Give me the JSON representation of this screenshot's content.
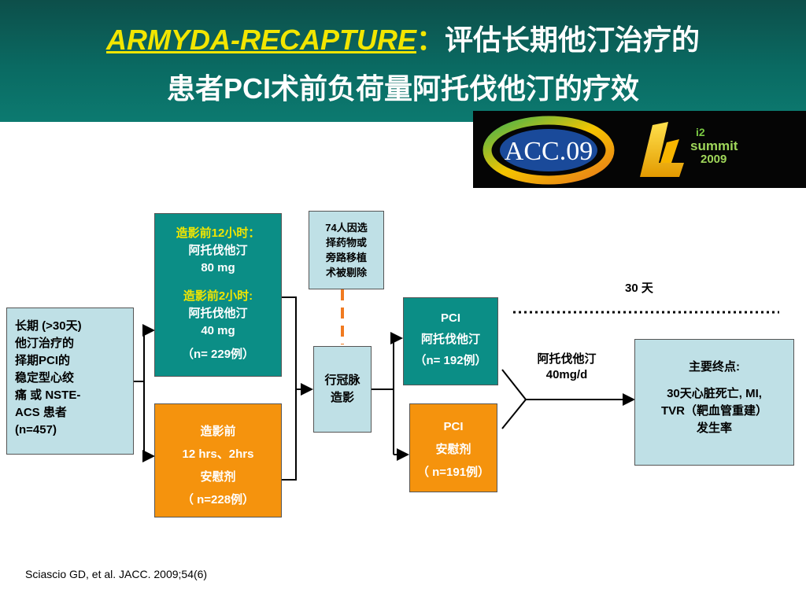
{
  "header": {
    "title_en": "ARMYDA-RECAPTURE",
    "title_sep": "：",
    "title_cn1": "评估长期他汀治疗的",
    "title_cn2": "患者PCI术前负荷量阿托伐他汀的疗效"
  },
  "logos": {
    "acc_text": "ACC.09",
    "i2_text": "i2",
    "summit_text": "summit",
    "year_text": "2009"
  },
  "patients": {
    "lines": [
      "长期 (>30天)",
      "他汀治疗的",
      "择期PCI的",
      "稳定型心绞",
      "痛 或 NSTE-",
      "ACS 患者",
      "(n=457)"
    ]
  },
  "arm_statin": {
    "line1": "造影前12小时：",
    "line2": "阿托伐他汀",
    "line3": "80 mg",
    "line4": "造影前2小时:",
    "line5": "阿托伐他汀",
    "line6": "40 mg",
    "line7": "（n= 229例）"
  },
  "arm_placebo": {
    "line1": "造影前",
    "line2": "12 hrs、2hrs",
    "line3": "安慰剂",
    "line4": "（ n=228例）"
  },
  "excluded": {
    "lines": [
      "74人因选",
      "择药物或",
      "旁路移植",
      "术被剔除"
    ]
  },
  "angiography": {
    "line1": "行冠脉",
    "line2": "造影"
  },
  "pci_statin": {
    "line1": "PCI",
    "line2": "阿托伐他汀",
    "line3": "（n= 192例）"
  },
  "pci_placebo": {
    "line1": "PCI",
    "line2": "安慰剂",
    "line3": "（ n=191例）"
  },
  "followup": {
    "days": "30 天",
    "drug_line1": "阿托伐他汀",
    "drug_line2": "40mg/d"
  },
  "endpoint": {
    "line1": "主要终点:",
    "line2": "30天心脏死亡, MI,",
    "line3": "TVR（靶血管重建）",
    "line4": "发生率"
  },
  "footer": {
    "citation": "Sciascio GD, et al. JACC. 2009;54(6)"
  },
  "colors": {
    "header_bg": "#0a6a62",
    "title_en": "#f2e600",
    "statin_box": "#0b8e86",
    "placebo_box": "#f5930d",
    "neutral_box": "#bfe0e6",
    "dashed_line": "#f07a20"
  }
}
